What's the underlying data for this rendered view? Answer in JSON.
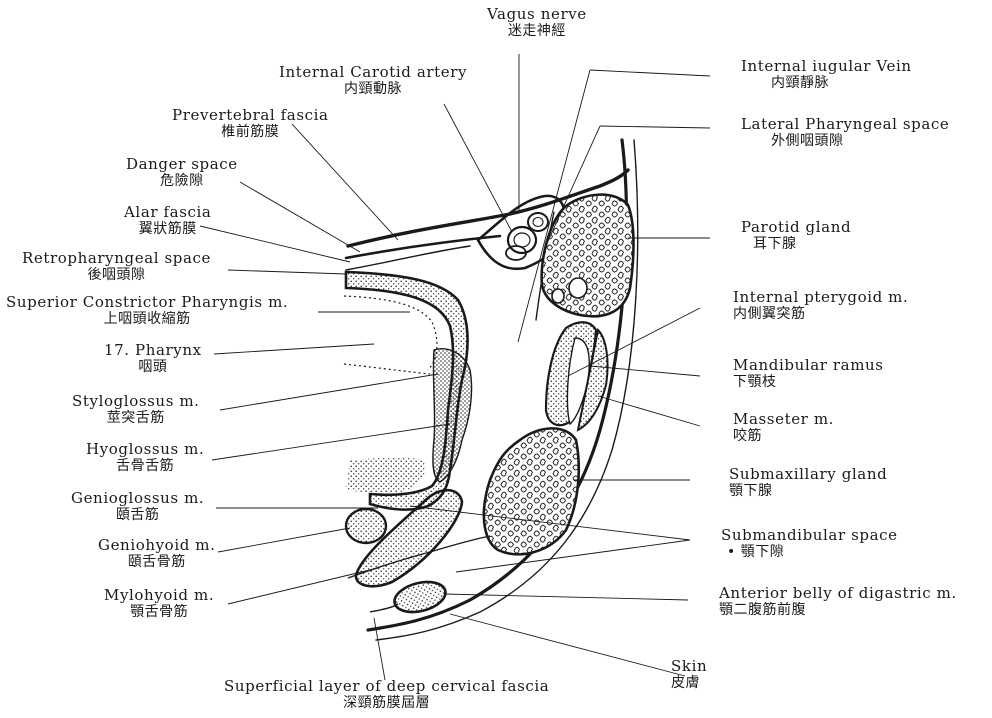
{
  "diagram": {
    "labels": {
      "vagus": {
        "en": "Vagus nerve",
        "jp": "迷走神經"
      },
      "internal_carotid": {
        "en": "Internal Carotid artery",
        "jp": "内頸動脉"
      },
      "prevertebral": {
        "en": "Prevertebral fascia",
        "jp": "椎前筋膜"
      },
      "danger": {
        "en": "Danger space",
        "jp": "危險隙"
      },
      "alar": {
        "en": "Alar fascia",
        "jp": "翼狀筋膜"
      },
      "retropharyngeal": {
        "en": "Retropharyngeal space",
        "jp": "後咽頭隙"
      },
      "superior_constrictor": {
        "en": "Superior Constrictor Pharyngis m.",
        "jp": "上咽頭收縮筋"
      },
      "pharynx": {
        "en": "17. Pharynx",
        "jp": "咽頭"
      },
      "styloglossus": {
        "en": "Styloglossus m.",
        "jp": "莖突舌筋"
      },
      "hyoglossus": {
        "en": "Hyoglossus m.",
        "jp": "舌骨舌筋"
      },
      "genioglossus": {
        "en": "Genioglossus m.",
        "jp": "頤舌筋"
      },
      "geniohyoid": {
        "en": "Geniohyoid m.",
        "jp": "頤舌骨筋"
      },
      "mylohyoid": {
        "en": "Mylohyoid m.",
        "jp": "顎舌骨筋"
      },
      "superficial_layer": {
        "en": "Superficial layer of deep cervical fascia",
        "jp": "深頸筋膜屆層"
      },
      "internal_jugular": {
        "en": "Internal iugular Vein",
        "jp": "内頸靜脉"
      },
      "lateral_pharyngeal": {
        "en": "Lateral Pharyngeal space",
        "jp": "外側咽頭隙"
      },
      "parotid": {
        "en": "Parotid gland",
        "jp": "耳下腺"
      },
      "internal_pterygoid": {
        "en": "Internal pterygoid m.",
        "jp": "内側翼突筋"
      },
      "mandibular_ramus": {
        "en": "Mandibular ramus",
        "jp": "下顎枝"
      },
      "masseter": {
        "en": "Masseter m.",
        "jp": "咬筋"
      },
      "submaxillary": {
        "en": "Submaxillary gland",
        "jp": "顎下腺"
      },
      "submandibular_space": {
        "en": "Submandibular space",
        "jp": "• 顎下隙"
      },
      "anterior_belly": {
        "en": "Anterior belly of digastric m.",
        "jp": "顎二腹筋前腹"
      },
      "skin": {
        "en": "Skin",
        "jp": "皮膚"
      }
    }
  }
}
